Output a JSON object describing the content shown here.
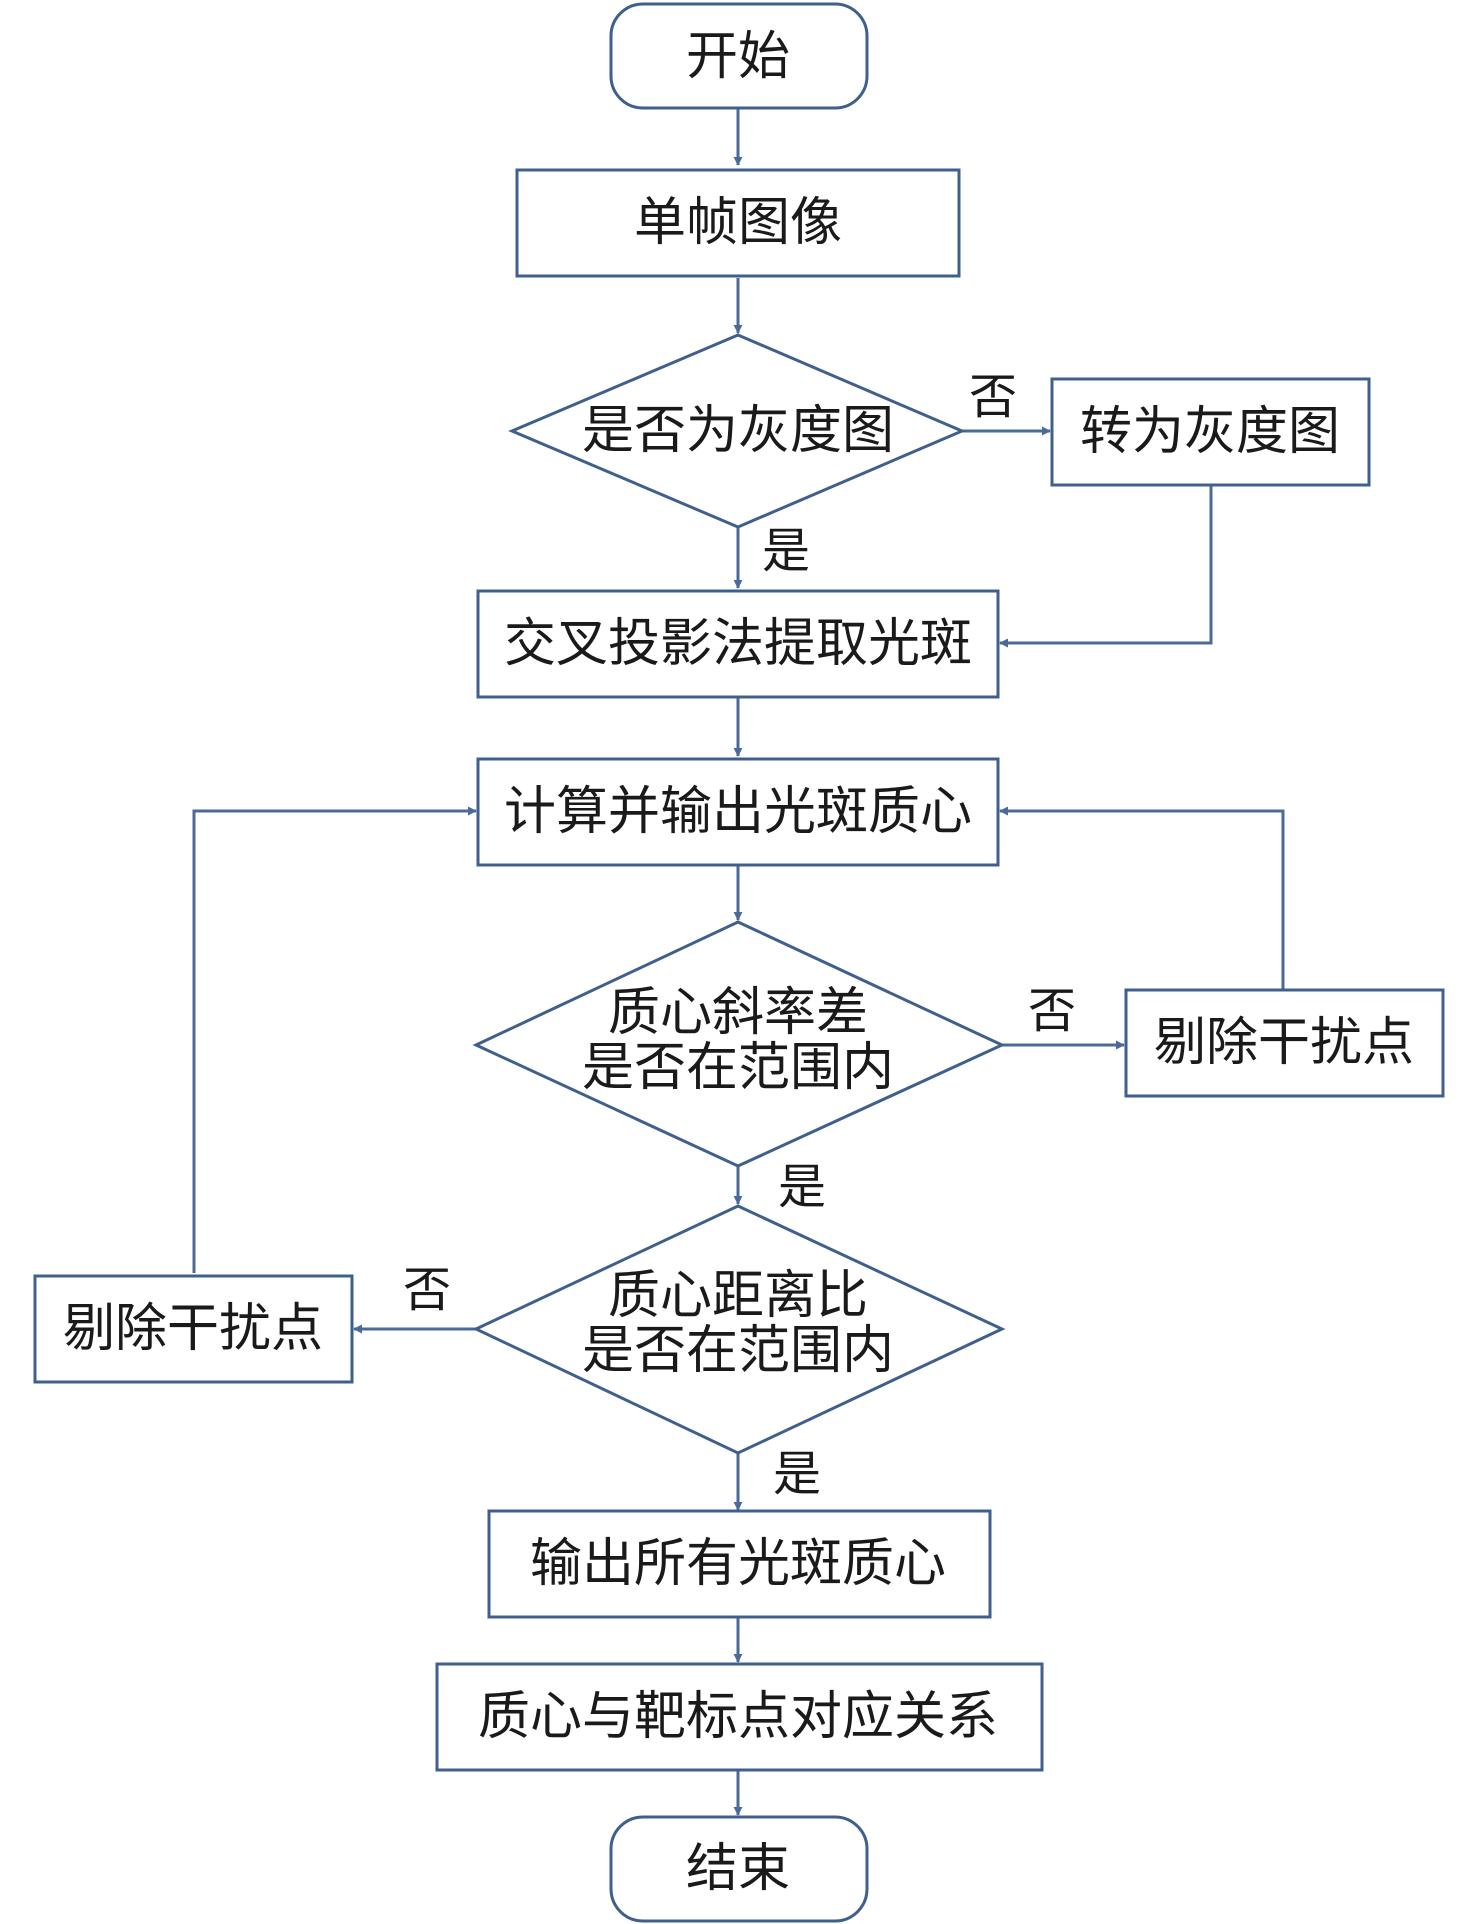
{
  "colors": {
    "stroke": "#3f5f8c",
    "edge": "#4a6a98",
    "text": "#1a1a1a",
    "fill": "#ffffff"
  },
  "nodes": {
    "start": "开始",
    "single_frame": "单帧图像",
    "is_gray": "是否为灰度图",
    "to_gray": "转为灰度图",
    "cross_projection": "交叉投影法提取光斑",
    "compute_centroid": "计算并输出光斑质心",
    "slope_check_line1": "质心斜率差",
    "slope_check_line2": "是否在范围内",
    "remove_interference_right": "剔除干扰点",
    "distance_check_line1": "质心距离比",
    "distance_check_line2": "是否在范围内",
    "remove_interference_left": "剔除干扰点",
    "output_all": "输出所有光斑质心",
    "correspondence": "质心与靶标点对应关系",
    "end": "结束"
  },
  "edge_labels": {
    "gray_no": "否",
    "gray_yes": "是",
    "slope_no": "否",
    "slope_yes": "是",
    "distance_no": "否",
    "distance_yes": "是"
  }
}
